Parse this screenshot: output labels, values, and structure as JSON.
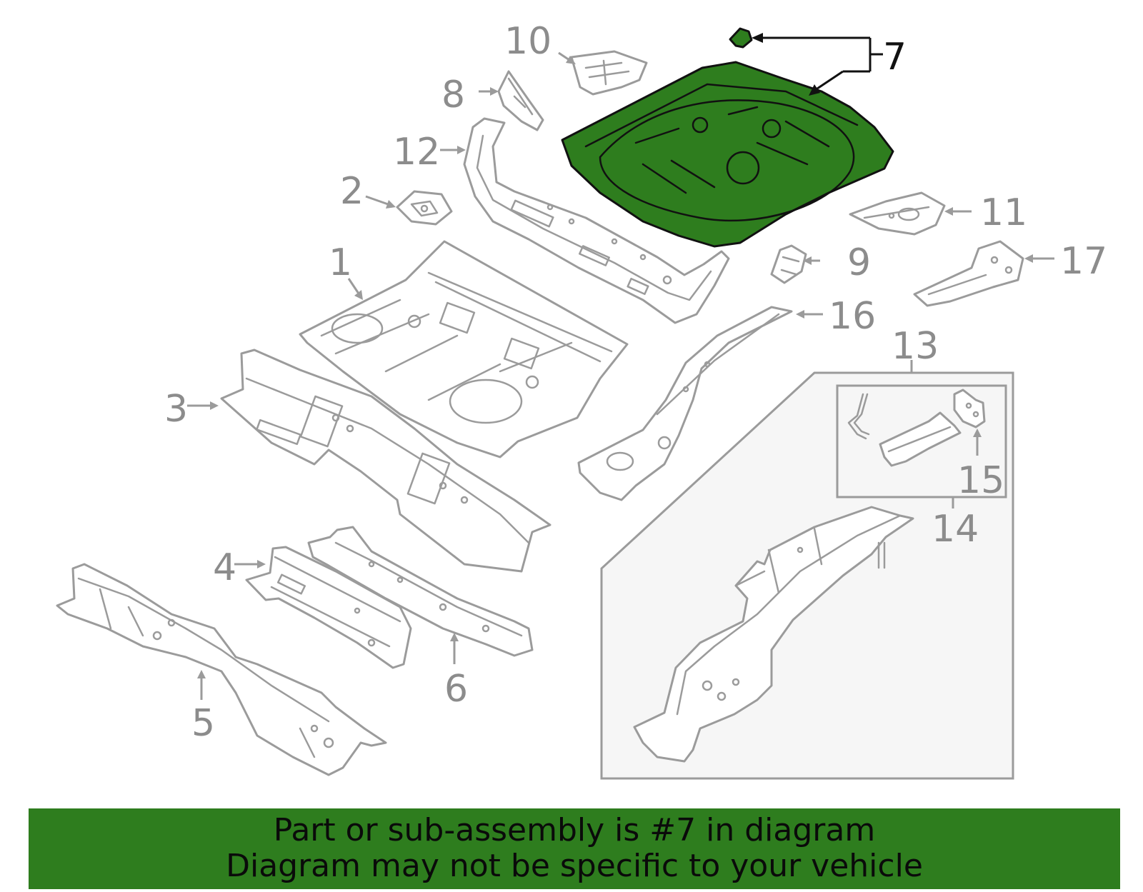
{
  "callouts": {
    "c1": "1",
    "c2": "2",
    "c3": "3",
    "c4": "4",
    "c5": "5",
    "c6": "6",
    "c7": "7",
    "c8": "8",
    "c9": "9",
    "c10": "10",
    "c11": "11",
    "c12": "12",
    "c13": "13",
    "c14": "14",
    "c15": "15",
    "c16": "16",
    "c17": "17"
  },
  "selected_part": "7",
  "colors": {
    "highlight": "#2e7d1e",
    "outline": "#9b9b9b",
    "banner": "#2e7d1e"
  },
  "banner": {
    "line1": "Part or sub-assembly is #7 in diagram",
    "line2": "Diagram may not be specific to your vehicle"
  }
}
